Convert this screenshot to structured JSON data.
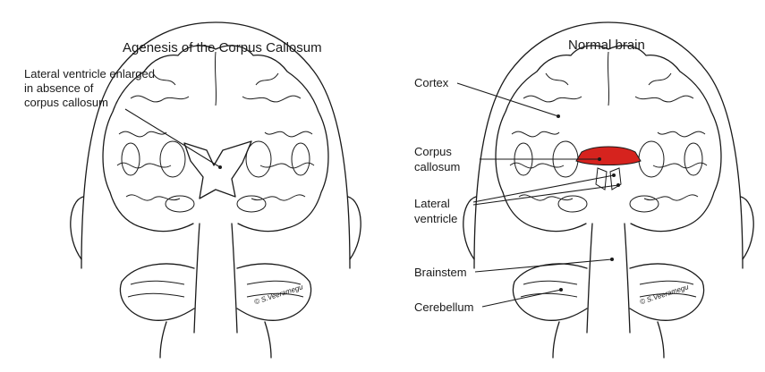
{
  "left_panel": {
    "title": "Agenesis of the Corpus Callosum",
    "label_line1": "Lateral ventricle enlarged",
    "label_line2": "in absence of",
    "label_line3": "corpus callosum",
    "signature": "© S.Veeramegu"
  },
  "right_panel": {
    "title": "Normal brain",
    "cortex": "Cortex",
    "corpus_line1": "Corpus",
    "corpus_line2": "callosum",
    "lateral_line1": "Lateral",
    "lateral_line2": "ventricle",
    "brainstem": "Brainstem",
    "cerebellum": "Cerebellum",
    "signature": "© S.Veeramegu"
  },
  "colors": {
    "corpus_callosum_highlight": "#d6231e",
    "ink": "#1a1a1a"
  }
}
